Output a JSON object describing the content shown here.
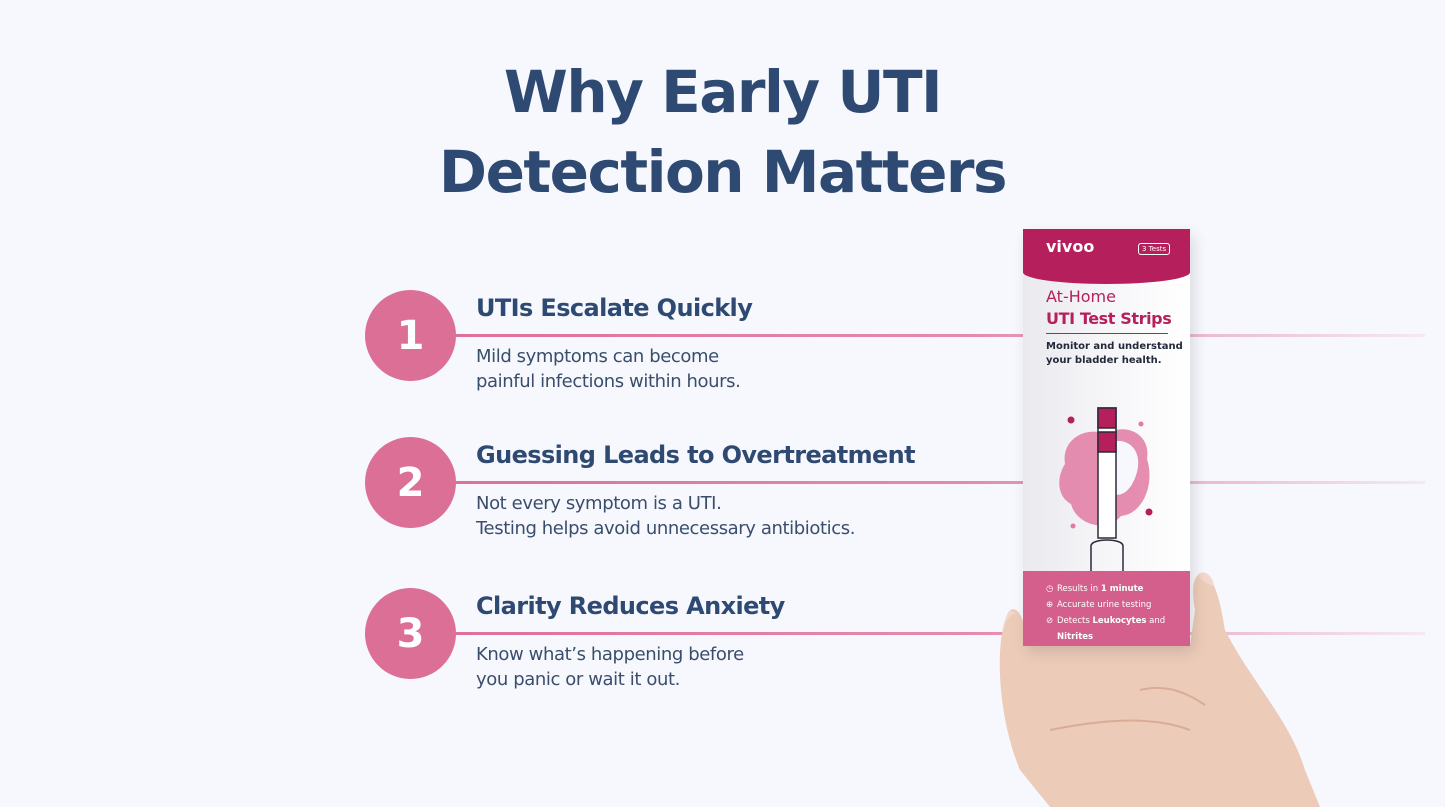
{
  "headline": {
    "line1": "Why Early UTI",
    "line2": "Detection Matters"
  },
  "points": [
    {
      "number": "1",
      "title": "UTIs Escalate Quickly",
      "desc_line1": "Mild symptoms can become",
      "desc_line2": "painful infections within hours."
    },
    {
      "number": "2",
      "title": "Guessing Leads to Overtreatment",
      "desc_line1": "Not every symptom is a UTI.",
      "desc_line2": "Testing helps avoid unnecessary antibiotics."
    },
    {
      "number": "3",
      "title": "Clarity Reduces Anxiety",
      "desc_line1": "Know what’s happening before",
      "desc_line2": "you panic or wait it out."
    }
  ],
  "product": {
    "brand": "vivoo",
    "count_badge": "3 Tests",
    "subtitle1": "At-Home",
    "subtitle2": "UTI Test Strips",
    "tagline_line1": "Monitor and understand",
    "tagline_line2": "your bladder health.",
    "features": [
      {
        "icon": "clock-icon",
        "pre": "Results in ",
        "bold": "1 minute",
        "post": "",
        "bold2": ""
      },
      {
        "icon": "target-icon",
        "pre": "Accurate urine testing",
        "bold": "",
        "post": "",
        "bold2": ""
      },
      {
        "icon": "pill-icon",
        "pre": "Detects ",
        "bold": "Leukocytes",
        "post": " and",
        "bold2": "Nitrites"
      }
    ]
  },
  "colors": {
    "heading": "#2f4a72",
    "accent_pink": "#dc6f96",
    "brand_magenta": "#b51f5b",
    "background": "#f6f8fd"
  }
}
